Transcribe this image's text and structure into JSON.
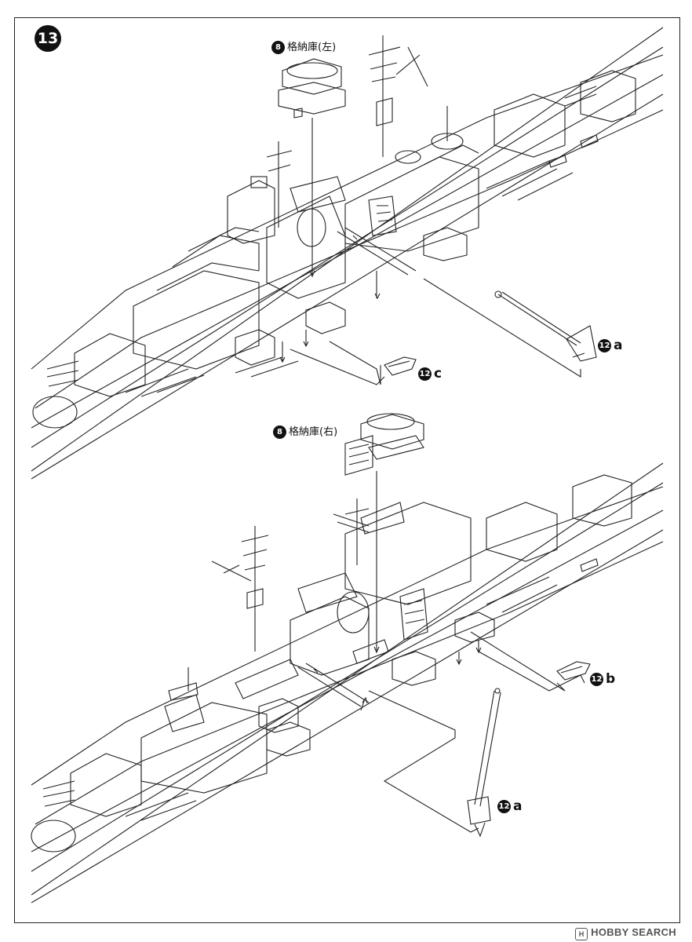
{
  "step_number": "13",
  "callouts": {
    "top_hangar": {
      "num": "8",
      "text": "格納庫(左)"
    },
    "bottom_hangar": {
      "num": "8",
      "text": "格納庫(右)"
    },
    "top_crane": {
      "num": "12",
      "suffix": "a"
    },
    "top_boat": {
      "num": "12",
      "suffix": "c"
    },
    "bottom_boat": {
      "num": "12",
      "suffix": "b"
    },
    "bottom_crane": {
      "num": "12",
      "suffix": "a"
    }
  },
  "watermark": {
    "logo": "H",
    "text": "HOBBY SEARCH"
  }
}
